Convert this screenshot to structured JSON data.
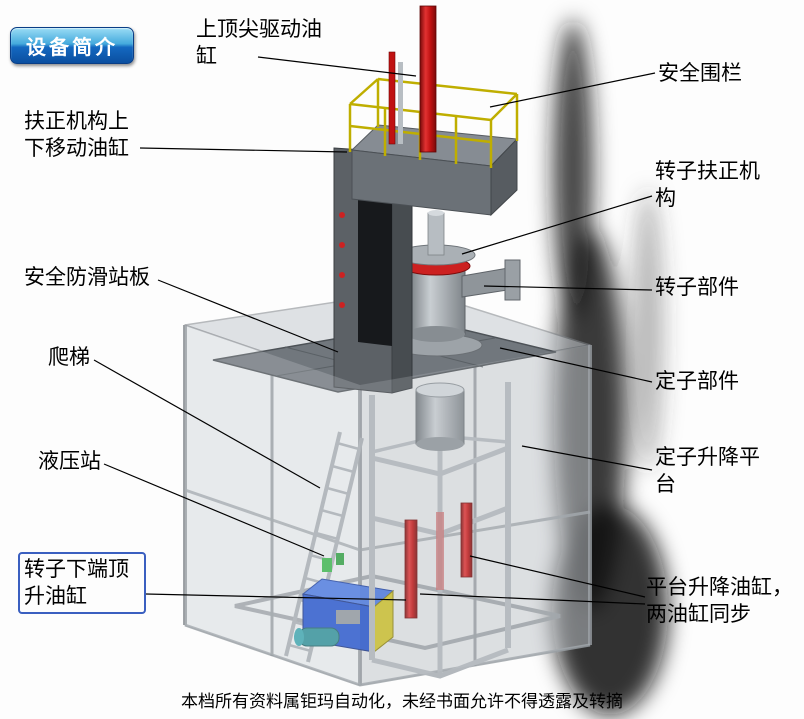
{
  "badge": {
    "label": "设备简介"
  },
  "labels": {
    "top_drive_cylinder": "上顶尖驱动油缸",
    "safety_fence": "安全围栏",
    "centering_move_cylinder": "扶正机构上下移动油缸",
    "rotor_centering_mech": "转子扶正机构",
    "anti_slip_platform": "安全防滑站板",
    "rotor_part": "转子部件",
    "ladder": "爬梯",
    "stator_part": "定子部件",
    "hydraulic_station": "液压站",
    "stator_lift_platform": "定子升降平台",
    "rotor_bottom_jack_cylinder": "转子下端顶升油缸",
    "platform_lift_cylinders": "平台升降油缸，两油缸同步"
  },
  "footer": {
    "text": "本档所有资料属钜玛自动化，未经书面允许不得透露及转摘"
  },
  "colors": {
    "accent_red": "#cc1111",
    "rail_yellow": "#bfae00",
    "hydraulic_blue": "#2353cc",
    "badge_blue": "#1468c0"
  }
}
